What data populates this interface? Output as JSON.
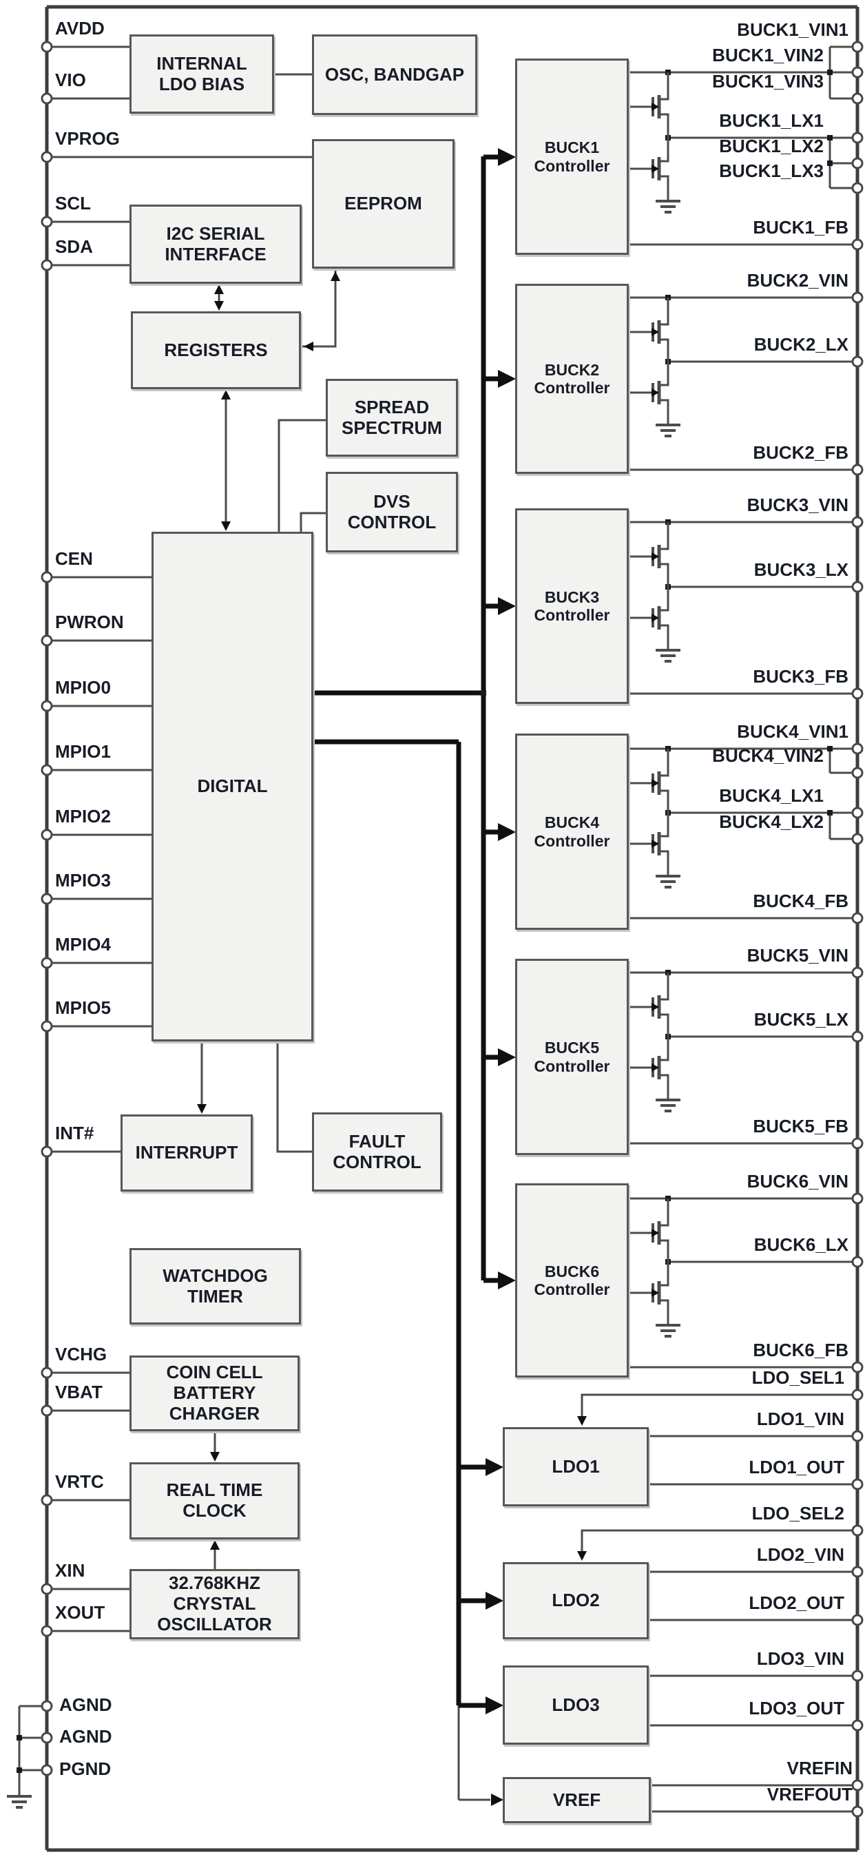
{
  "title": "PMIC functional block diagram",
  "blocks": {
    "internal_ldo_bias": "INTERNAL\nLDO BIAS",
    "osc_bandgap": "OSC, BANDGAP",
    "eeprom": "EEPROM",
    "i2c_serial_interface": "I2C SERIAL\nINTERFACE",
    "registers": "REGISTERS",
    "spread_spectrum": "SPREAD\nSPECTRUM",
    "dvs_control": "DVS\nCONTROL",
    "digital": "DIGITAL",
    "interrupt": "INTERRUPT",
    "fault_control": "FAULT\nCONTROL",
    "watchdog_timer": "WATCHDOG\nTIMER",
    "coin_cell_battery_charger": "COIN CELL\nBATTERY\nCHARGER",
    "real_time_clock": "REAL TIME\nCLOCK",
    "crystal_oscillator": "32.768KHZ\nCRYSTAL\nOSCILLATOR",
    "vref": "VREF"
  },
  "left_pins": [
    "AVDD",
    "VIO",
    "VPROG",
    "SCL",
    "SDA",
    "CEN",
    "PWRON",
    "MPIO0",
    "MPIO1",
    "MPIO2",
    "MPIO3",
    "MPIO4",
    "MPIO5",
    "INT#",
    "VCHG",
    "VBAT",
    "VRTC",
    "XIN",
    "XOUT",
    "AGND",
    "AGND",
    "PGND"
  ],
  "bucks": [
    {
      "label": "BUCK1\nController",
      "pins": [
        "BUCK1_VIN1",
        "BUCK1_VIN2",
        "BUCK1_VIN3",
        "BUCK1_LX1",
        "BUCK1_LX2",
        "BUCK1_LX3",
        "BUCK1_FB"
      ]
    },
    {
      "label": "BUCK2\nController",
      "pins": [
        "BUCK2_VIN",
        "BUCK2_LX",
        "BUCK2_FB"
      ]
    },
    {
      "label": "BUCK3\nController",
      "pins": [
        "BUCK3_VIN",
        "BUCK3_LX",
        "BUCK3_FB"
      ]
    },
    {
      "label": "BUCK4\nController",
      "pins": [
        "BUCK4_VIN1",
        "BUCK4_VIN2",
        "BUCK4_LX1",
        "BUCK4_LX2",
        "BUCK4_FB"
      ]
    },
    {
      "label": "BUCK5\nController",
      "pins": [
        "BUCK5_VIN",
        "BUCK5_LX",
        "BUCK5_FB"
      ]
    },
    {
      "label": "BUCK6\nController",
      "pins": [
        "BUCK6_VIN",
        "BUCK6_LX",
        "BUCK6_FB"
      ]
    }
  ],
  "ldos": [
    {
      "label": "LDO1",
      "pins": [
        "LDO_SEL1",
        "LDO1_VIN",
        "LDO1_OUT"
      ]
    },
    {
      "label": "LDO2",
      "pins": [
        "LDO_SEL2",
        "LDO2_VIN",
        "LDO2_OUT"
      ]
    },
    {
      "label": "LDO3",
      "pins": [
        "LDO3_VIN",
        "LDO3_OUT"
      ]
    }
  ],
  "vref_pins": [
    "VREFIN",
    "VREFOUT"
  ]
}
